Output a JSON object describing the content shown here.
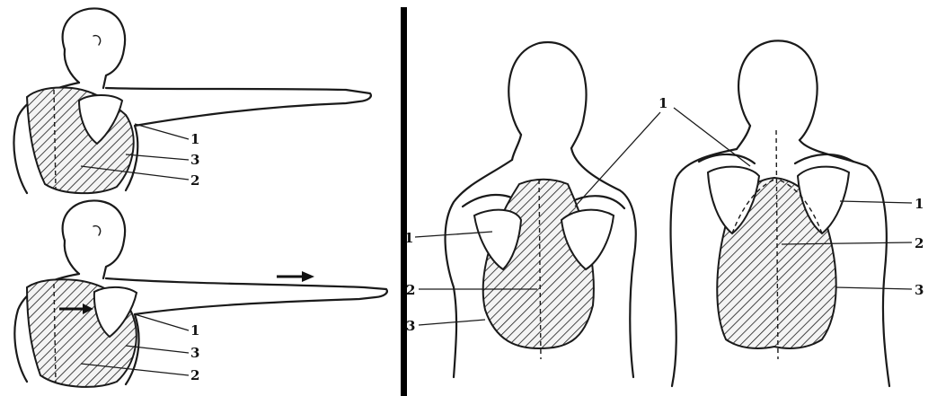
{
  "labels": {
    "top_left": [
      "1",
      "3",
      "2"
    ],
    "bottom_left": [
      "1",
      "3",
      "2"
    ],
    "middle": [
      "1",
      "1",
      "2",
      "3"
    ],
    "right": [
      "1",
      "2",
      "3"
    ]
  },
  "colors": {
    "ink": "#1a1a1a",
    "divider": "#000000",
    "hatch": "#1a1a1a",
    "background": "#ffffff"
  }
}
